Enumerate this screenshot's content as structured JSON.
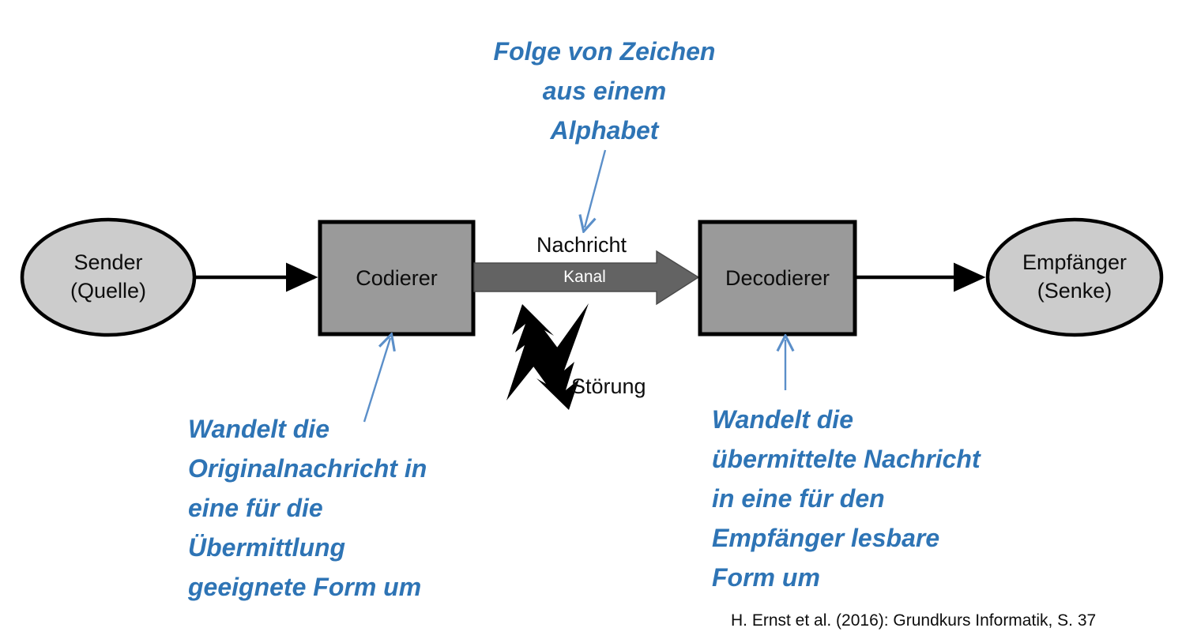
{
  "diagram": {
    "title": "Sender-Empfaenger-Modell (Shannon-Weaver Kommunikationsmodell)",
    "colors": {
      "node_fill": "#cccccc",
      "box_fill": "#9a9a9a",
      "channel_fill": "#636363",
      "stroke": "#000000",
      "annotation_blue": "#2e74b5",
      "annotation_arrow_blue": "#5b8fc9",
      "text_dark": "#0d0d0d",
      "background": "#ffffff"
    },
    "nodes": {
      "sender": {
        "shape": "ellipse",
        "line1": "Sender",
        "line2": "(Quelle)"
      },
      "codierer": {
        "shape": "rectangle",
        "label": "Codierer"
      },
      "decodierer": {
        "shape": "rectangle",
        "label": "Decodierer"
      },
      "empfaenger": {
        "shape": "ellipse",
        "line1": "Empfänger",
        "line2": "(Senke)"
      }
    },
    "edges": {
      "nachricht": "Nachricht",
      "kanal": "Kanal",
      "stoerung": "Störung"
    },
    "annotations": {
      "alphabet": "Folge von Zeichen\naus einem\nAlphabet",
      "codierer_note": "Wandelt die\nOriginalnachricht in\neine für die\nÜbermittlung\ngeeignete Form um",
      "decodierer_note": "Wandelt die\nübermittelte Nachricht\nin eine für den\nEmpfänger  lesbare\nForm um"
    },
    "citation": "H. Ernst et al. (2016): Grundkurs Informatik, S. 37"
  }
}
